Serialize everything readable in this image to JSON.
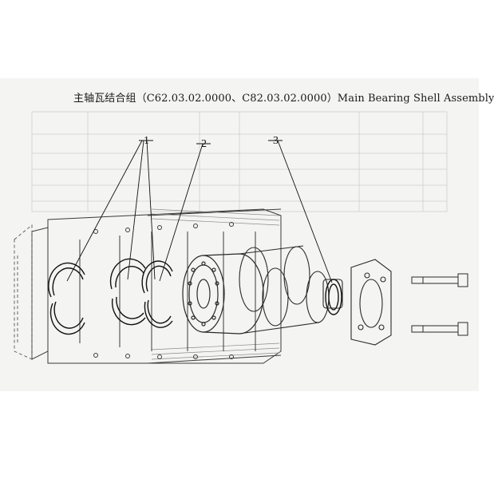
{
  "figure": {
    "title": "主轴瓦结合组（C62.03.02.0000、C82.03.02.0000）Main Bearing Shell Assembly",
    "callouts": [
      "1",
      "2",
      "3"
    ]
  },
  "colors": {
    "line": "#2a2a2a",
    "faint_line": "#c8c8c8",
    "paper": "#f4f4f2"
  }
}
